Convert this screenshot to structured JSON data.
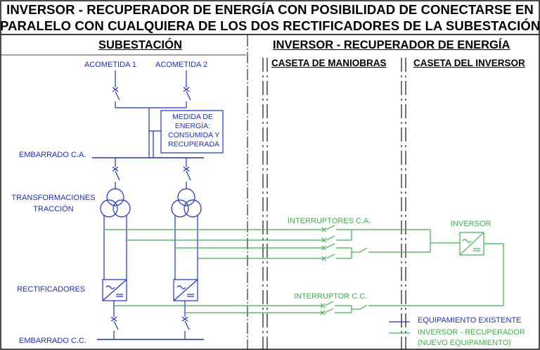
{
  "title": {
    "line1": "INVERSOR - RECUPERADOR DE ENERGÍA CON POSIBILIDAD DE CONECTARSE EN",
    "line2": "PARALELO CON CUALQUIERA DE LOS DOS RECTIFICADORES DE LA SUBESTACIÓN"
  },
  "sections": {
    "subestacion": "SUBESTACIÓN",
    "inversor": "INVERSOR - RECUPERADOR DE ENERGÍA",
    "caseta_maniobras": "CASETA DE  MANIOBRAS",
    "caseta_inversor": "CASETA DEL INVERSOR"
  },
  "labels": {
    "acometida1": "ACOMETIDA 1",
    "acometida2": "ACOMETIDA 2",
    "medida": [
      "MEDIDA DE",
      "ENERGÍA:",
      "CONSUMIDA Y",
      "RECUPERADA"
    ],
    "embarrado_ca": "EMBARRADO C.A.",
    "transformaciones": [
      "TRANSFORMACIONES",
      "TRACCIÓN"
    ],
    "rectificadores": "RECTIFICADORES",
    "embarrado_cc": "EMBARRADO C.C.",
    "interruptores_ca": "INTERRUPTORES C.A.",
    "interruptor_cc": "INTERRUPTOR C.C.",
    "inversor": "INVERSOR"
  },
  "legend": {
    "existente": "EQUIPAMIENTO EXISTENTE",
    "nuevo": [
      "INVERSOR - RECUPERADOR",
      "(NUEVO EQUIPAMIENTO)"
    ]
  },
  "colors": {
    "existing": "#1a2fd6",
    "new": "#39b54a",
    "frame": "#000000"
  }
}
